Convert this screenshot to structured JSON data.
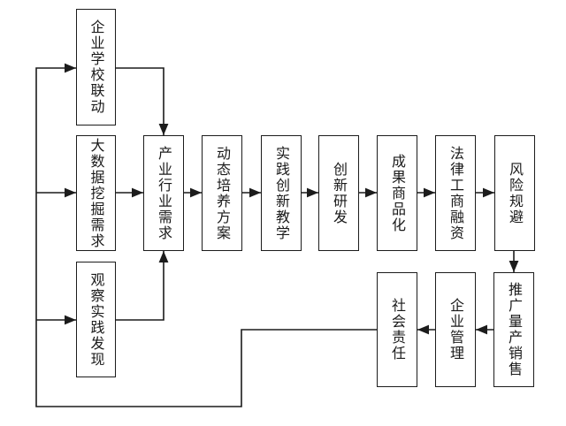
{
  "diagram": {
    "type": "flowchart",
    "background": "#ffffff",
    "line_color": "#1c1c1c",
    "text_color": "#1a1a1a"
  },
  "nodes": {
    "enterprise_school_linkage": "企业学校联动",
    "big_data_mining_demand": "大数据挖掘需求",
    "observation_practice_discovery": "观察实践发现",
    "industry_sector_demand": "产业行业需求",
    "dynamic_training_program": "动态培养方案",
    "practice_innovation_teaching": "实践创新教学",
    "innovation_rd": "创新研发",
    "results_commercialization": "成果商品化",
    "legal_business_financing": "法律工商融资",
    "risk_avoidance": "风险规避",
    "promotion_mass_production_sales": "推广量产销售",
    "enterprise_management": "企业管理",
    "social_responsibility": "社会责任"
  },
  "edges": [
    {
      "from": "enterprise_school_linkage",
      "to": "industry_sector_demand"
    },
    {
      "from": "big_data_mining_demand",
      "to": "industry_sector_demand"
    },
    {
      "from": "observation_practice_discovery",
      "to": "industry_sector_demand"
    },
    {
      "from": "industry_sector_demand",
      "to": "dynamic_training_program"
    },
    {
      "from": "dynamic_training_program",
      "to": "practice_innovation_teaching"
    },
    {
      "from": "practice_innovation_teaching",
      "to": "innovation_rd"
    },
    {
      "from": "innovation_rd",
      "to": "results_commercialization"
    },
    {
      "from": "results_commercialization",
      "to": "legal_business_financing"
    },
    {
      "from": "legal_business_financing",
      "to": "risk_avoidance"
    },
    {
      "from": "risk_avoidance",
      "to": "promotion_mass_production_sales"
    },
    {
      "from": "promotion_mass_production_sales",
      "to": "enterprise_management"
    },
    {
      "from": "enterprise_management",
      "to": "social_responsibility"
    },
    {
      "from": "social_responsibility",
      "to": "enterprise_school_linkage"
    },
    {
      "from": "social_responsibility",
      "to": "big_data_mining_demand"
    },
    {
      "from": "social_responsibility",
      "to": "observation_practice_discovery"
    }
  ]
}
